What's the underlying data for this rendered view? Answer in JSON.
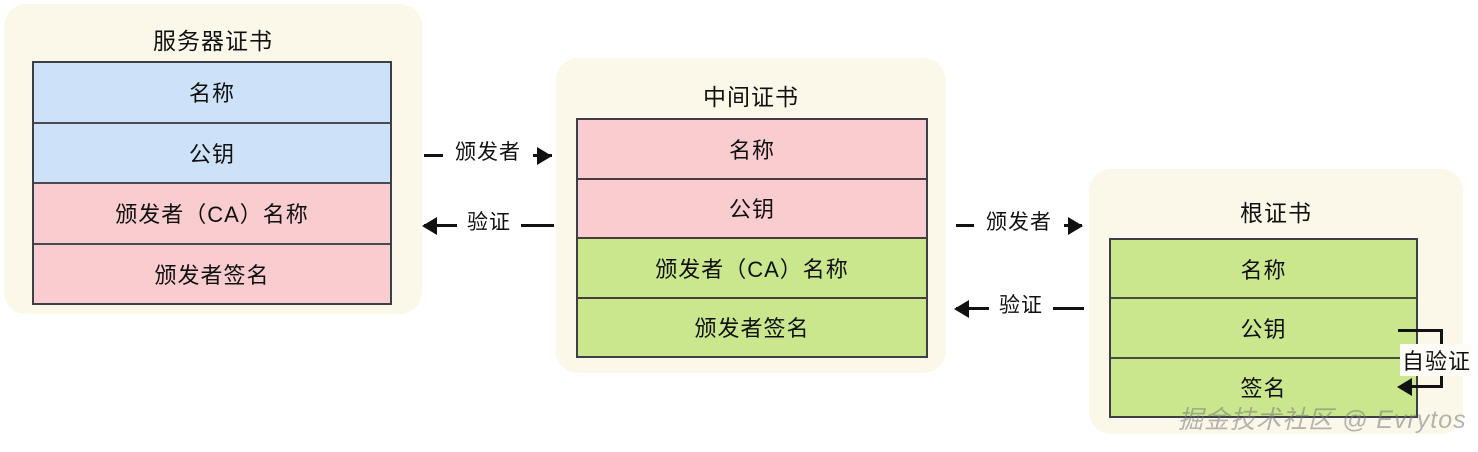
{
  "diagram": {
    "title_semantics": "certificate-chain-of-trust",
    "watermark": "掘金技术社区 @ Evrytos",
    "colors": {
      "card_background": "#fbf8ea",
      "row_blue": "#cde2f8",
      "row_pink": "#f9ccd0",
      "row_green": "#cae78e",
      "border": "#3c3f46",
      "text": "#111111",
      "page_background": "#ffffff"
    }
  },
  "cards": [
    {
      "id": "server-certificate",
      "title": "服务器证书",
      "rows": [
        {
          "label": "名称",
          "fill": "blue"
        },
        {
          "label": "公钥",
          "fill": "blue"
        },
        {
          "label": "颁发者（CA）名称",
          "fill": "pink"
        },
        {
          "label": "颁发者签名",
          "fill": "pink"
        }
      ]
    },
    {
      "id": "intermediate-certificate",
      "title": "中间证书",
      "rows": [
        {
          "label": "名称",
          "fill": "pink"
        },
        {
          "label": "公钥",
          "fill": "pink"
        },
        {
          "label": "颁发者（CA）名称",
          "fill": "green"
        },
        {
          "label": "颁发者签名",
          "fill": "green"
        }
      ]
    },
    {
      "id": "root-certificate",
      "title": "根证书",
      "rows": [
        {
          "label": "名称",
          "fill": "green"
        },
        {
          "label": "公钥",
          "fill": "green"
        },
        {
          "label": "签名",
          "fill": "green"
        }
      ]
    }
  ],
  "connectors": [
    {
      "id": "server-to-intermediate-issuer",
      "label": "颁发者",
      "direction": "right",
      "from": "server-certificate",
      "to": "intermediate-certificate"
    },
    {
      "id": "intermediate-to-server-verify",
      "label": "验证",
      "direction": "left",
      "from": "intermediate-certificate",
      "to": "server-certificate"
    },
    {
      "id": "intermediate-to-root-issuer",
      "label": "颁发者",
      "direction": "right",
      "from": "intermediate-certificate",
      "to": "root-certificate"
    },
    {
      "id": "root-to-intermediate-verify",
      "label": "验证",
      "direction": "left",
      "from": "root-certificate",
      "to": "intermediate-certificate"
    }
  ],
  "self_loop": {
    "id": "root-self-verify",
    "label": "自验证",
    "target": "root-certificate"
  }
}
